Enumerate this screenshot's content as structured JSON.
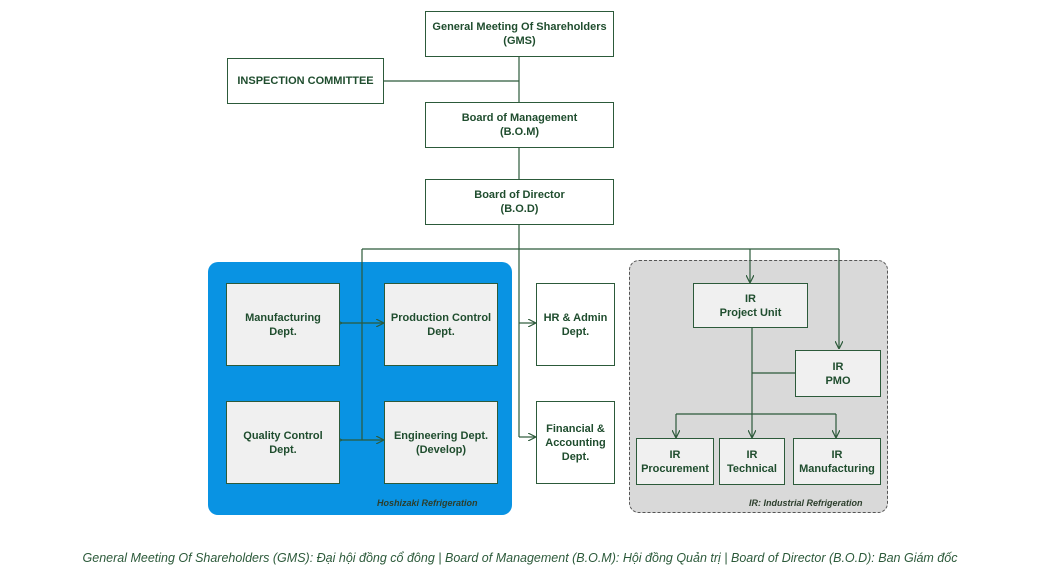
{
  "nodes": {
    "gms": "General Meeting Of Shareholders\n(GMS)",
    "inspection": "INSPECTION COMMITTEE",
    "bom": "Board of Management\n(B.O.M)",
    "bod": "Board of Director\n(B.O.D)",
    "manufacturing": "Manufacturing\nDept.",
    "production_control": "Production Control\nDept.",
    "quality_control": "Quality Control\nDept.",
    "engineering": "Engineering Dept.\n(Develop)",
    "hr_admin": "HR & Admin\nDept.",
    "financial": "Financial &\nAccounting\nDept.",
    "ir_project": "IR\nProject Unit",
    "ir_pmo": "IR\nPMO",
    "ir_procurement": "IR\nProcurement",
    "ir_technical": "IR\nTechnical",
    "ir_manufacturing": "IR\nManufacturing"
  },
  "regions": {
    "hoshizaki": "Hoshizaki Refrigeration",
    "ir": "IR: Industrial Refrigeration"
  },
  "caption": "General Meeting Of Shareholders (GMS): Đại hội đồng cổ đông  |  Board of Management (B.O.M): Hội đồng Quản trị  |  Board of Director (B.O.D): Ban Giám đốc",
  "colors": {
    "line": "#2c5a3a",
    "hoshizaki_bg": "#0993e3",
    "ir_bg": "#d9d9d9"
  }
}
